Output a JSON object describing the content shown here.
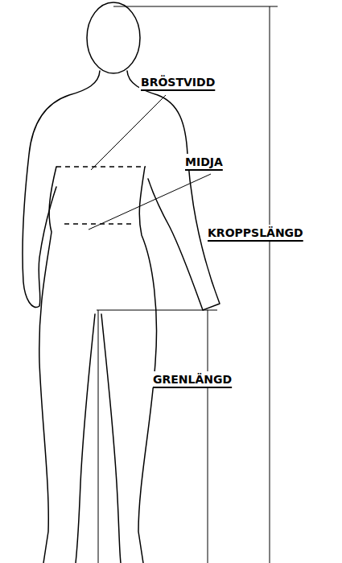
{
  "diagram": {
    "labels": [
      "BRÖSTVIDD",
      "MIDJA",
      "KROPPSLÄNGD",
      "GRENLÄNGD"
    ]
  }
}
